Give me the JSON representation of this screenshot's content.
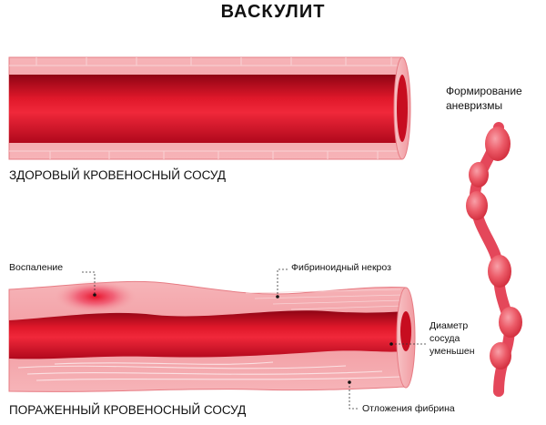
{
  "title": "ВАСКУЛИТ",
  "healthy": {
    "caption": "ЗДОРОВЫЙ КРОВЕНОСНЫЙ СОСУД"
  },
  "affected": {
    "caption": "ПОРАЖЕННЫЙ КРОВЕНОСНЫЙ СОСУД"
  },
  "aneurysm": {
    "label_line1": "Формирование",
    "label_line2": "аневризмы"
  },
  "annotations": {
    "inflammation": "Воспаление",
    "fibrinoid_necrosis": "Фибриноидный некроз",
    "diameter_line1": "Диаметр",
    "diameter_line2": "сосуда",
    "diameter_line3": "уменьшен",
    "fibrin_deposits": "Отложения фибрина"
  },
  "colors": {
    "wall": "#f4a3a8",
    "wall_light": "#f9c9cc",
    "lumen_dark": "#a8061a",
    "lumen_bright": "#e8192c",
    "outline": "#e77c84"
  }
}
